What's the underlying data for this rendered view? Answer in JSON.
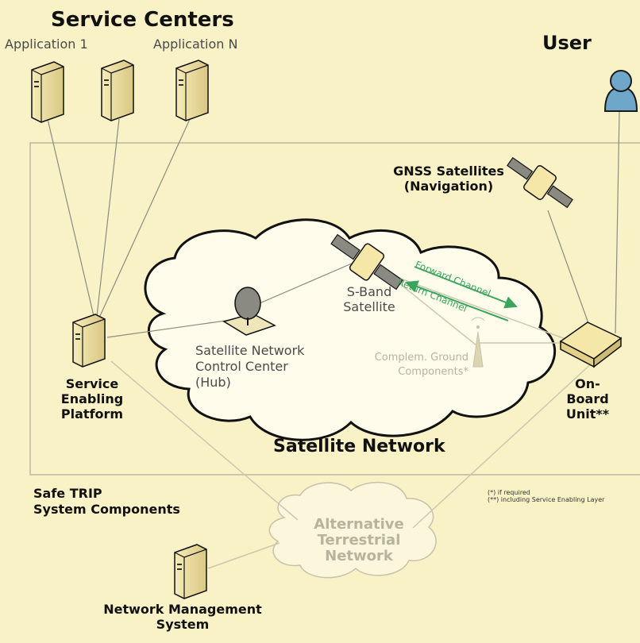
{
  "title": "Service Centers",
  "user_label": "User",
  "application_1": "Application 1",
  "application_n": "Application  N",
  "gnss": "GNSS Satellites\n(Navigation)",
  "forward_channel": "Forward Channel",
  "return_channel": "Return Channel",
  "sband": "S-Band\nSatellite",
  "control_center": "Satellite Network\nControl Center\n(Hub)",
  "ground": "Complem. Ground\nComponents*",
  "sep": "Service\nEnabling\nPlatform",
  "obu": "On-\nBoard\nUnit**",
  "sat_network": "Satellite Network",
  "system_components": "Safe TRIP\nSystem Components",
  "footnote": "(*) if required\n(**) including Service Enabling Layer",
  "alt_network": "Alternative\nTerrestrial\nNetwork",
  "nms": "Network Management\nSystem",
  "colors": {
    "background": "#f9f2c7",
    "server": "#f4e7a8",
    "user": "#6ea7c9",
    "channel": "#3aa55c",
    "muted_text": "#b9b29d"
  }
}
